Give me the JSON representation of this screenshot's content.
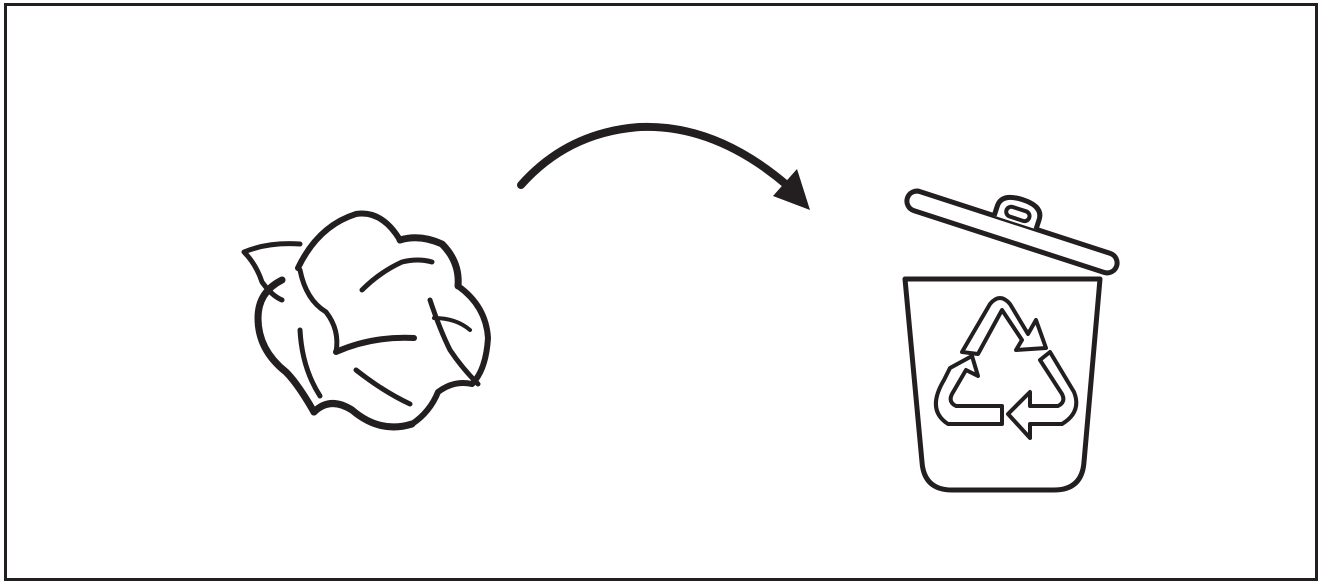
{
  "diagram": {
    "stroke_color": "#231f20",
    "background_color": "#ffffff",
    "elements": [
      {
        "id": "crumpled-paper",
        "icon": "crumpled-paper-icon"
      },
      {
        "id": "arrow",
        "icon": "curved-arrow-icon"
      },
      {
        "id": "recycle-bin",
        "icon": "recycle-bin-icon"
      }
    ]
  }
}
